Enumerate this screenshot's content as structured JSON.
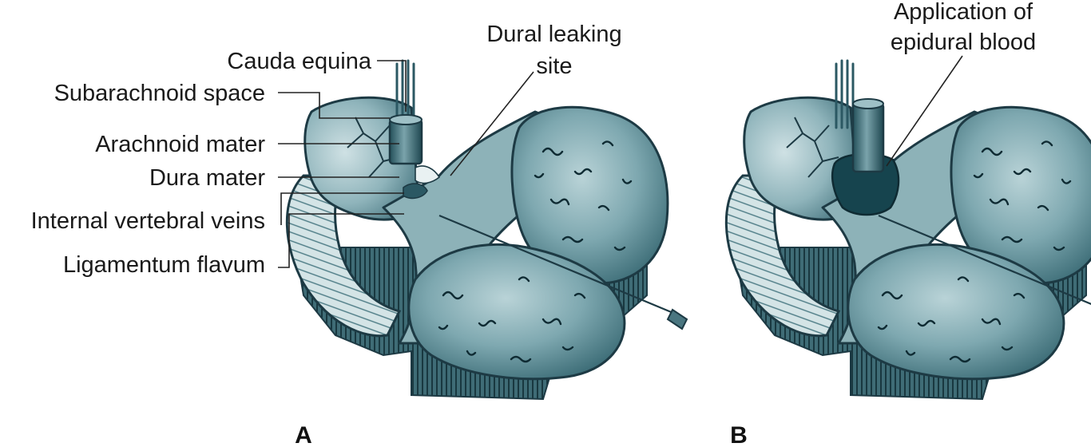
{
  "panels": {
    "a": "A",
    "b": "B"
  },
  "labels": {
    "cauda_equina": "Cauda equina",
    "subarachnoid_space": "Subarachnoid space",
    "arachnoid_mater": "Arachnoid mater",
    "dura_mater": "Dura mater",
    "internal_vertebral_veins": "Internal vertebral veins",
    "ligamentum_flavum": "Ligamentum flavum",
    "dural_leaking_line1": "Dural leaking",
    "dural_leaking_line2": "site",
    "blood_patch_line1": "Application of",
    "blood_patch_line2": "epidural blood"
  },
  "colors": {
    "tissue": "#5e8e98",
    "tissue_light": "#9ec0c6",
    "tissue_dark": "#2b5863",
    "outline": "#1d3a44",
    "blood_patch": "#16444e"
  }
}
